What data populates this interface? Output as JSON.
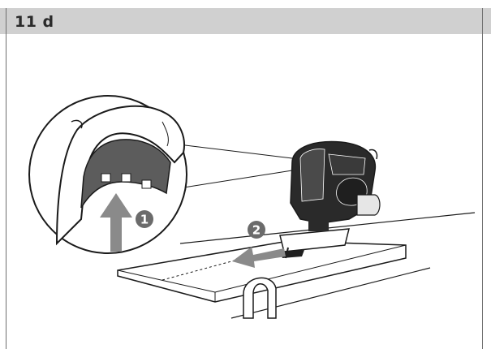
{
  "header": {
    "title": "11 d",
    "background": "#d0d0d0"
  },
  "steps": [
    {
      "number": "1",
      "icon": "arrow-up-icon"
    },
    {
      "number": "2",
      "icon": "arrow-left-icon"
    }
  ],
  "colors": {
    "badge": "#6b6b6b",
    "arrow": "#8a8a8a",
    "line": "#1a1a1a"
  }
}
